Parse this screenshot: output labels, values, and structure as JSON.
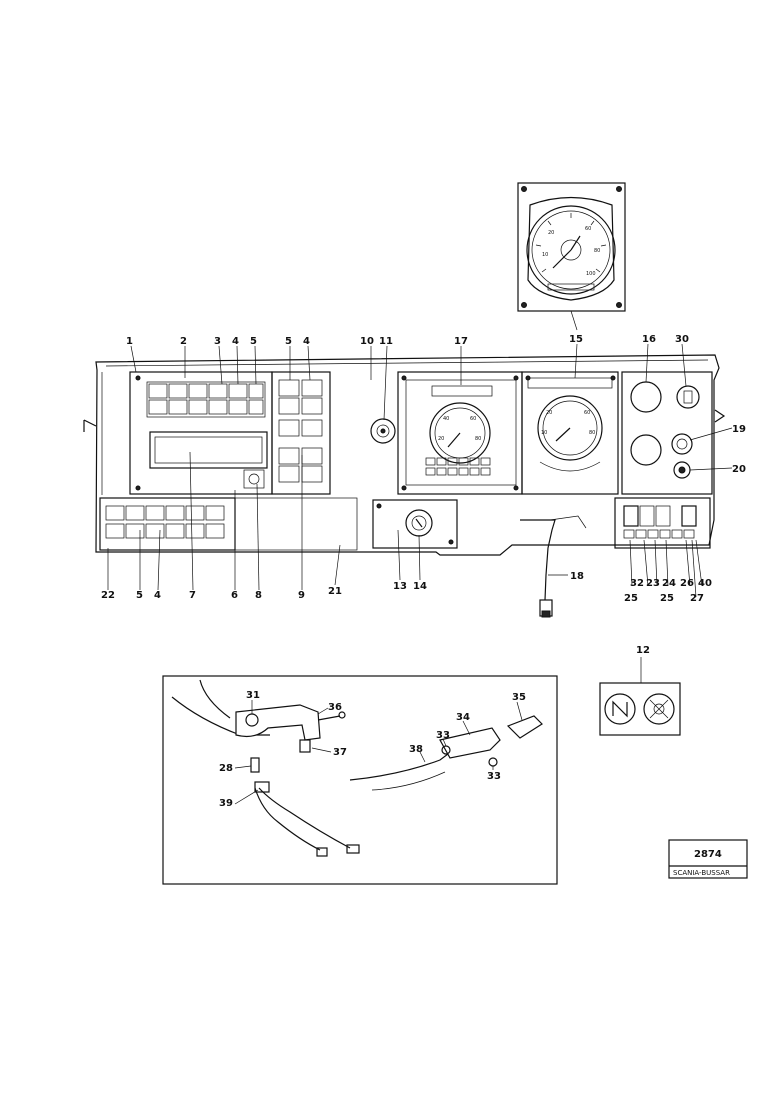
{
  "callouts_dashboard": {
    "c1": "1",
    "c2": "2",
    "c3": "3",
    "c4a": "4",
    "c5a": "5",
    "c5b": "5",
    "c4b": "4",
    "c10": "10",
    "c11": "11",
    "c17": "17",
    "c15": "15",
    "c16": "16",
    "c30": "30",
    "c19": "19",
    "c20": "20",
    "c22": "22",
    "c5c": "5",
    "c4c": "4",
    "c7": "7",
    "c6": "6",
    "c8": "8",
    "c9": "9",
    "c21": "21",
    "c13": "13",
    "c14": "14",
    "c18": "18",
    "c32": "32",
    "c23": "23",
    "c24": "24",
    "c25": "25",
    "c26": "26",
    "c40": "40",
    "c27": "27"
  },
  "callouts_inset": {
    "c31": "31",
    "c36": "36",
    "c37": "37",
    "c28": "28",
    "c39": "39",
    "c35": "35",
    "c34": "34",
    "c33a": "33",
    "c33b": "33",
    "c38": "38"
  },
  "callout_12": "12",
  "title_block": {
    "number": "2874",
    "brand": "SCANIA-BUSSAR"
  }
}
